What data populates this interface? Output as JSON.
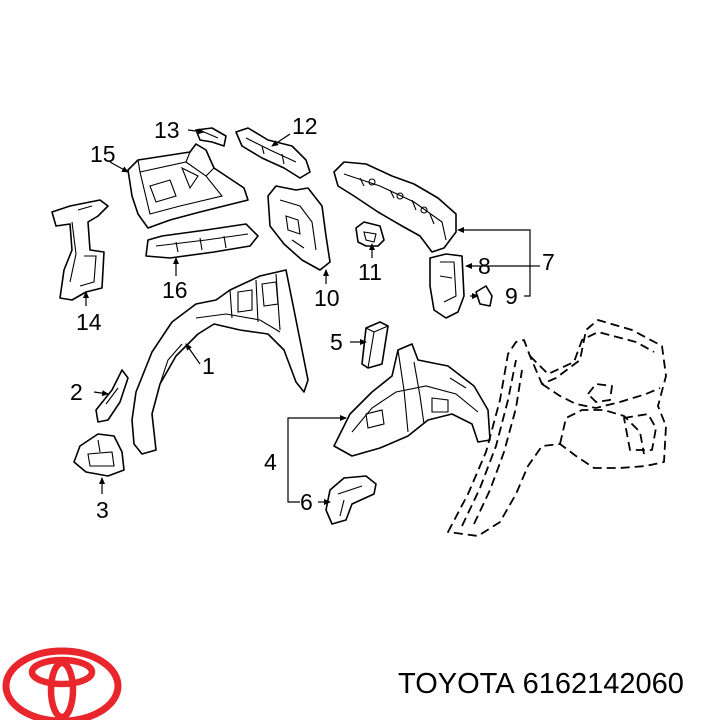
{
  "callouts": [
    "1",
    "2",
    "3",
    "4",
    "5",
    "6",
    "7",
    "8",
    "9",
    "10",
    "11",
    "12",
    "13",
    "14",
    "15",
    "16"
  ],
  "footer": {
    "brand": "TOYOTA",
    "part_number": "6162142060"
  },
  "colors": {
    "ink": "#000000",
    "logo_red": "#e8262c",
    "background": "#ffffff"
  },
  "logo": {
    "icon": "toyota-logo-icon"
  }
}
